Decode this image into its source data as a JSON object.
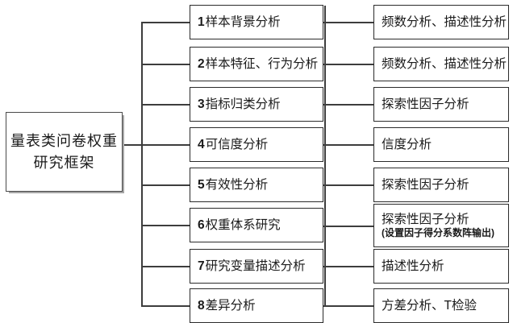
{
  "root": {
    "line1": "量表类问卷权重",
    "line2": "研究框架"
  },
  "rows": [
    {
      "num": "1",
      "step": "样本背景分析",
      "method": "频数分析、描述性分析",
      "method_note": ""
    },
    {
      "num": "2",
      "step": "样本特征、行为分析",
      "method": "频数分析、描述性分析",
      "method_note": ""
    },
    {
      "num": "3",
      "step": "指标归类分析",
      "method": "探索性因子分析",
      "method_note": ""
    },
    {
      "num": "4",
      "step": "可信度分析",
      "method": "信度分析",
      "method_note": ""
    },
    {
      "num": "5",
      "step": "有效性分析",
      "method": "探索性因子分析",
      "method_note": ""
    },
    {
      "num": "6",
      "step": "权重体系研究",
      "method": "探索性因子分析",
      "method_note": "(设置因子得分系数阵输出)"
    },
    {
      "num": "7",
      "step": "研究变量描述分析",
      "method": "描述性分析",
      "method_note": ""
    },
    {
      "num": "8",
      "step": "差异分析",
      "method": "方差分析、T检验",
      "method_note": ""
    }
  ],
  "colors": {
    "background": "#ffffff",
    "box_border": "#2b2b2b",
    "line": "#3d3d3d",
    "text": "#1a1a1a",
    "root_shadow": "#a6a6a6"
  }
}
